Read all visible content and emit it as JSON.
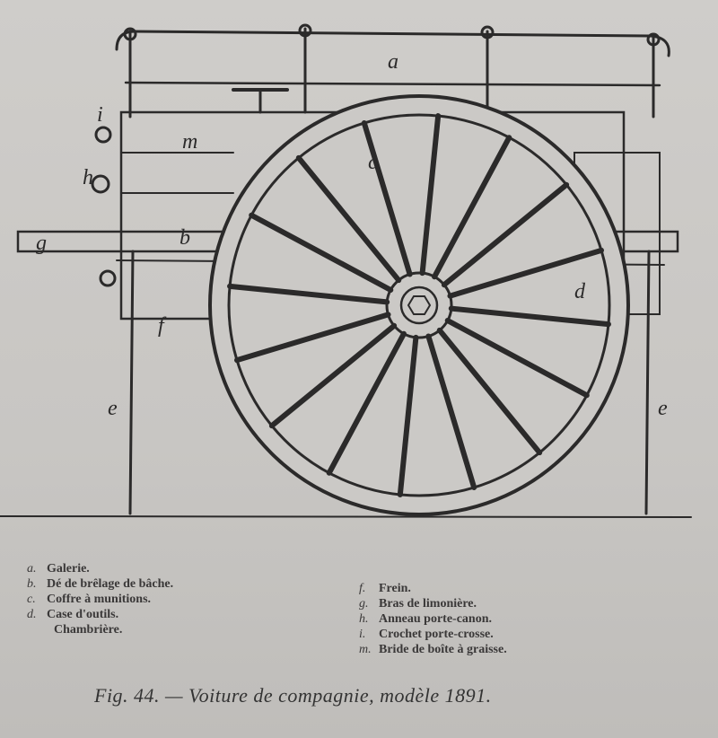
{
  "figure_labels": {
    "a": "a",
    "b": "b",
    "c": "c",
    "d": "d",
    "e_left": "e",
    "e_right": "e",
    "f": "f",
    "g": "g",
    "h": "h",
    "i": "i",
    "m": "m"
  },
  "legend_left": [
    {
      "key": "a.",
      "text": "Galerie."
    },
    {
      "key": "b.",
      "text": "Dé de brêlage de bâche."
    },
    {
      "key": "c.",
      "text": "Coffre à munitions."
    },
    {
      "key": "d.",
      "text": "Case d'outils."
    },
    {
      "key": "",
      "text": "Chambrière."
    }
  ],
  "legend_right": [
    {
      "key": "f.",
      "text": "Frein."
    },
    {
      "key": "g.",
      "text": "Bras de limonière."
    },
    {
      "key": "h.",
      "text": "Anneau porte-canon."
    },
    {
      "key": "i.",
      "text": "Crochet porte-crosse."
    },
    {
      "key": "m.",
      "text": "Bride de boîte à graisse."
    }
  ],
  "caption": "Fig. 44. — Voiture de compagnie, modèle 1891.",
  "colors": {
    "ink": "#2b2a2a",
    "paper": "#c9c7c4"
  }
}
